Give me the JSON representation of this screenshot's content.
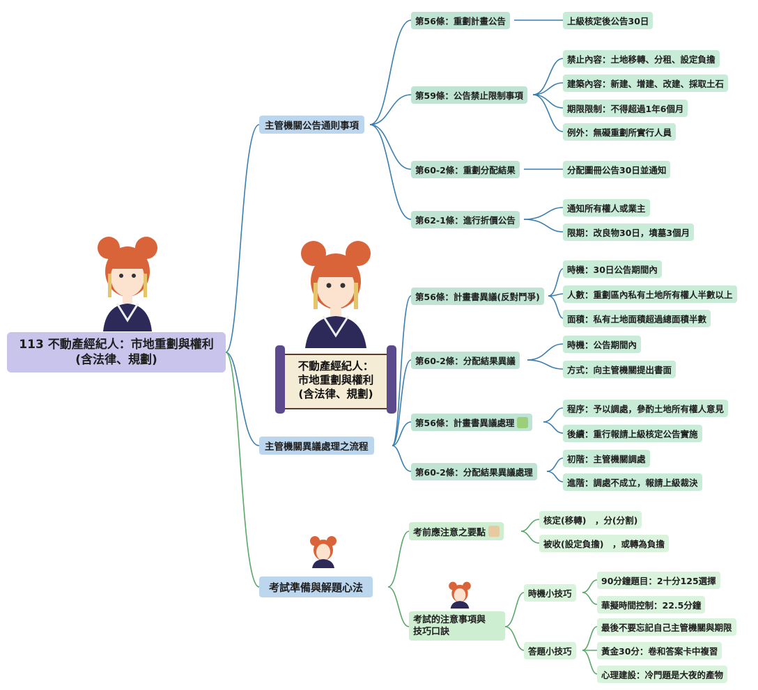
{
  "root": {
    "line1": "113 不動產經紀人：市地重劃與權利",
    "line2": "(含法律、規劃)"
  },
  "scroll": {
    "line1": "不動產經紀人：",
    "line2": "市地重劃與權利",
    "line3": "(含法律、規劃)"
  },
  "branch1": {
    "label": "主管機關公告通則事項",
    "items": [
      {
        "label": "第56條：重劃計畫公告",
        "children": [
          "上級核定後公告30日"
        ]
      },
      {
        "label": "第59條：公告禁止限制事項",
        "children": [
          "禁止內容：土地移轉、分租、設定負擔",
          "建築內容：新建、增建、改建、採取土石",
          "期限限制：不得超過1年6個月",
          "例外：無礙重劃所實行人員"
        ]
      },
      {
        "label": "第60-2條：重劃分配結果",
        "children": [
          "分配圖冊公告30日並通知"
        ]
      },
      {
        "label": "第62-1條：進行折價公告",
        "children": [
          "通知所有權人或業主",
          "限期：改良物30日，墳墓3個月"
        ]
      }
    ]
  },
  "branch2": {
    "label": "主管機關異議處理之流程",
    "items": [
      {
        "label": "第56條：計畫書異議(反對鬥爭)",
        "children": [
          "時機：30日公告期間內",
          "人數：重劃區內私有土地所有權人半數以上",
          "面積：私有土地面積超過總面積半數"
        ]
      },
      {
        "label": "第60-2條：分配結果異議",
        "children": [
          "時機：公告期間內",
          "方式：向主管機關提出書面"
        ]
      },
      {
        "label": "第56條：計畫書異議處理",
        "children": [
          "程序：予以調處，參酌土地所有權人意見",
          "後續：重行報請上級核定公告實施"
        ]
      },
      {
        "label": "第60-2條：分配結果異議處理",
        "children": [
          "初階：主管機關調處",
          "進階：調處不成立，報請上級裁決"
        ]
      }
    ]
  },
  "branch3": {
    "label": "考試準備與解題心法",
    "items": [
      {
        "label": "考前應注意之要點",
        "children": [
          "核定(移轉)　，分(分割)",
          "被收(設定負擔)　，或轉為負擔"
        ]
      },
      {
        "label_line1": "考試的注意事項與",
        "label_line2": "技巧口訣",
        "sub": [
          {
            "label": "時機小技巧",
            "children": [
              "90分鐘題目：2十分125選擇",
              "華擬時間控制：22.5分鐘"
            ]
          },
          {
            "label": "答題小技巧",
            "children": [
              "最後不要忘記自己主管機關與期限",
              "黃金30分：卷和答案卡中複習",
              "心理建設：冷門題是大夜的產物"
            ]
          }
        ]
      }
    ]
  },
  "colors": {
    "root": "#c8c4ec",
    "l1": "#bcd6ee",
    "blueLine": "#3a7fb0",
    "greenLine": "#58a868",
    "hair": "#d9643a",
    "dress": "#2d2a5a"
  }
}
